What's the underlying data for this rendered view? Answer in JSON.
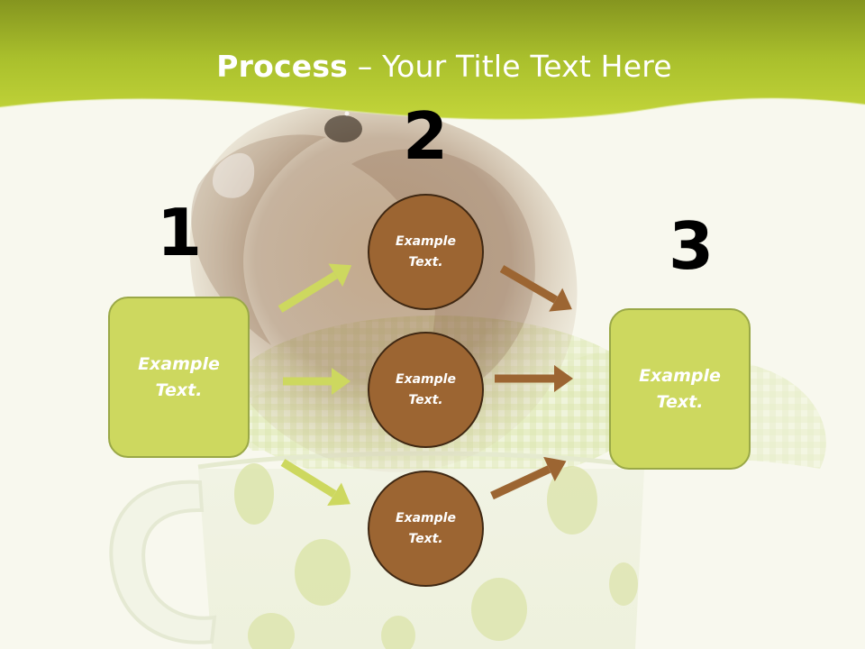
{
  "slide": {
    "title_bold": "Process",
    "title_rest": " – Your Title Text Here"
  },
  "steps": {
    "one": "1",
    "two": "2",
    "three": "3"
  },
  "boxes": {
    "left": {
      "line1": "Example",
      "line2": "Text."
    },
    "right": {
      "line1": "Example",
      "line2": "Text."
    }
  },
  "circles": {
    "top": {
      "line1": "Example",
      "line2": "Text."
    },
    "middle": {
      "line1": "Example",
      "line2": "Text."
    },
    "bottom": {
      "line1": "Example",
      "line2": "Text."
    }
  },
  "colors": {
    "header_green": "#a8bd2b",
    "box_fill": "#cdd85f",
    "box_border": "#9aa847",
    "circle_fill": "#9c6532",
    "circle_border": "#3f2813",
    "arrow_green": "#cdd85f",
    "arrow_brown": "#9c6532",
    "background": "#f8f8ee"
  }
}
